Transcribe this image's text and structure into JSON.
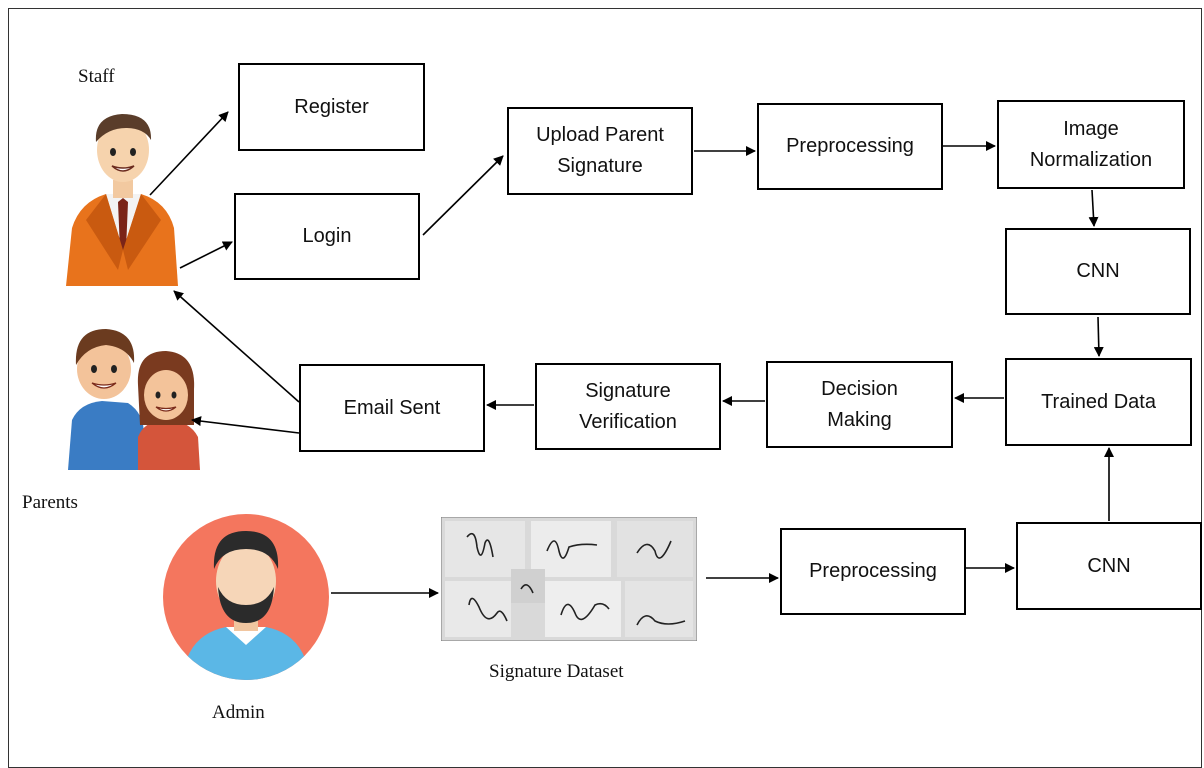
{
  "actors": {
    "staff_label": "Staff",
    "parents_label": "Parents",
    "admin_label": "Admin",
    "dataset_label": "Signature Dataset"
  },
  "boxes": {
    "register": "Register",
    "login": "Login",
    "upload": "Upload Parent\nSignature",
    "preprocessing_top": "Preprocessing",
    "image_normalization": "Image\nNormalization",
    "cnn_top": "CNN",
    "trained_data": "Trained Data",
    "decision_making": "Decision\nMaking",
    "signature_verification": "Signature\nVerification",
    "email_sent": "Email Sent",
    "preprocessing_bottom": "Preprocessing",
    "cnn_bottom": "CNN"
  },
  "colors": {
    "staff_suit": "#e8731c",
    "admin_circle": "#f4765e",
    "admin_shirt": "#5bb7e6",
    "box_border": "#000000"
  }
}
